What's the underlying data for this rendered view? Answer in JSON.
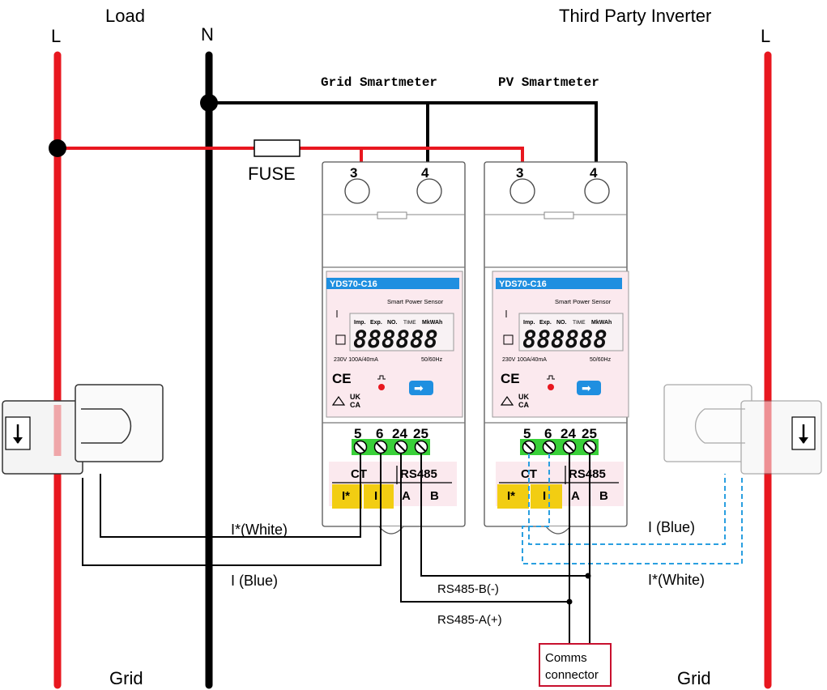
{
  "labels": {
    "load": "Load",
    "third_party_inverter": "Third Party Inverter",
    "left_line": "L",
    "neutral": "N",
    "right_line": "L",
    "grid_left": "Grid",
    "grid_right": "Grid",
    "fuse": "FUSE",
    "grid_smartmeter": "Grid Smartmeter",
    "pv_smartmeter": "PV Smartmeter",
    "i_star_white_left": "I*(White)",
    "i_blue_left": "I (Blue)",
    "i_blue_right": "I (Blue)",
    "i_star_white_right": "I*(White)",
    "rs485_b": "RS485-B(-)",
    "rs485_a": "RS485-A(+)",
    "comms_line1": "Comms",
    "comms_line2": "connector"
  },
  "meters": [
    {
      "model": "YDS70-C16",
      "subtitle": "Smart Power Sensor",
      "top_terminals": [
        "3",
        "4"
      ],
      "indicators": [
        "Imp.",
        "Exp.",
        "NO.",
        "TIME",
        "MkWAh"
      ],
      "digits": "888888",
      "rating_left": "230V  100A/40mA",
      "rating_right": "50/60Hz",
      "ce": "CE",
      "ukca": [
        "UK",
        "CA"
      ],
      "bottom_terminals": [
        "5",
        "6",
        "24",
        "25"
      ],
      "ct_label": "CT",
      "rs485_label": "RS485",
      "ct_pins": [
        "I*",
        "I"
      ],
      "rs485_pins": [
        "A",
        "B"
      ]
    },
    {
      "model": "YDS70-C16",
      "subtitle": "Smart Power Sensor",
      "top_terminals": [
        "3",
        "4"
      ],
      "indicators": [
        "Imp.",
        "Exp.",
        "NO.",
        "TIME",
        "MkWAh"
      ],
      "digits": "888888",
      "rating_left": "230V  100A/40mA",
      "rating_right": "50/60Hz",
      "ce": "CE",
      "ukca": [
        "UK",
        "CA"
      ],
      "bottom_terminals": [
        "5",
        "6",
        "24",
        "25"
      ],
      "ct_label": "CT",
      "rs485_label": "RS485",
      "ct_pins": [
        "I*",
        "I"
      ],
      "rs485_pins": [
        "A",
        "B"
      ]
    }
  ],
  "colors": {
    "live": "#e8171f",
    "neutral": "#000000",
    "meter_accent": "#1f8fe0",
    "terminal_green": "#39d039",
    "ct_pin_yellow": "#f2cd12",
    "pv_ct_wire": "#2a9fe0",
    "comms_border": "#c8102e"
  }
}
